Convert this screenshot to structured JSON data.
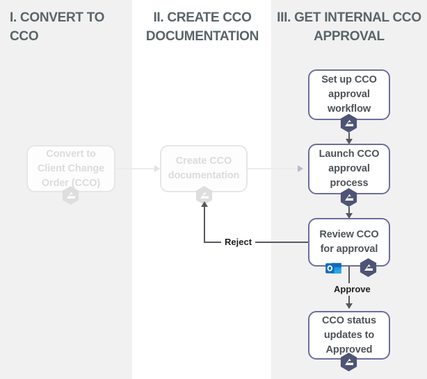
{
  "diagram": {
    "title": "CCO Approval Process Swimlane",
    "colors": {
      "lane_shaded": "#f1f1f1",
      "lane_plain": "#ffffff",
      "header_text": "#5a6469",
      "active_border": "#6b6e9e",
      "active_text": "#4d5358",
      "faded_border": "#e6e6e6",
      "faded_text": "#dcdcdc",
      "hex_active": "#4e5475",
      "hex_faded": "#dedede",
      "connector": "#55585e",
      "outlook_blue": "#0f6cbd"
    }
  },
  "lanes": [
    {
      "id": "lane-1",
      "title": "I. CONVERT TO CCO",
      "state": "shaded"
    },
    {
      "id": "lane-2",
      "title": "II. CREATE CCO DOCUMENTATION",
      "state": "plain"
    },
    {
      "id": "lane-3",
      "title": "III. GET INTERNAL CCO APPROVAL",
      "state": "shaded"
    }
  ],
  "nodes": [
    {
      "id": "convert-to-cco",
      "label": "Convert to Client Change Order (CCO)",
      "lane": "lane-1",
      "state": "faded",
      "badge": "procore-icon"
    },
    {
      "id": "create-cco-doc",
      "label": "Create CCO documentation",
      "lane": "lane-2",
      "state": "faded",
      "badge": "procore-icon"
    },
    {
      "id": "set-up-workflow",
      "label": "Set up CCO approval workflow",
      "lane": "lane-3",
      "state": "active",
      "badge": "procore-icon"
    },
    {
      "id": "launch-approval",
      "label": "Launch CCO approval process",
      "lane": "lane-3",
      "state": "active",
      "badge": "procore-icon"
    },
    {
      "id": "review-cco",
      "label": "Review CCO for approval",
      "lane": "lane-3",
      "state": "active",
      "badge": "procore-icon",
      "badge2": "outlook-icon"
    },
    {
      "id": "cco-status-approved",
      "label": "CCO status updates to Approved",
      "lane": "lane-3",
      "state": "active",
      "badge": "procore-icon"
    }
  ],
  "edges": [
    {
      "id": "edge-convert-to-create",
      "label": "",
      "from": "convert-to-cco",
      "to": "create-cco-doc",
      "state": "faded"
    },
    {
      "id": "edge-create-to-launch",
      "label": "",
      "from": "create-cco-doc",
      "to": "launch-approval",
      "state": "faded"
    },
    {
      "id": "edge-setup-to-launch",
      "label": "",
      "from": "set-up-workflow",
      "to": "launch-approval",
      "state": "active"
    },
    {
      "id": "edge-launch-to-review",
      "label": "",
      "from": "launch-approval",
      "to": "review-cco",
      "state": "active"
    },
    {
      "id": "edge-review-reject",
      "label": "Reject",
      "from": "review-cco",
      "to": "create-cco-doc",
      "state": "active"
    },
    {
      "id": "edge-review-approve",
      "label": "Approve",
      "from": "review-cco",
      "to": "cco-status-approved",
      "state": "active"
    }
  ]
}
